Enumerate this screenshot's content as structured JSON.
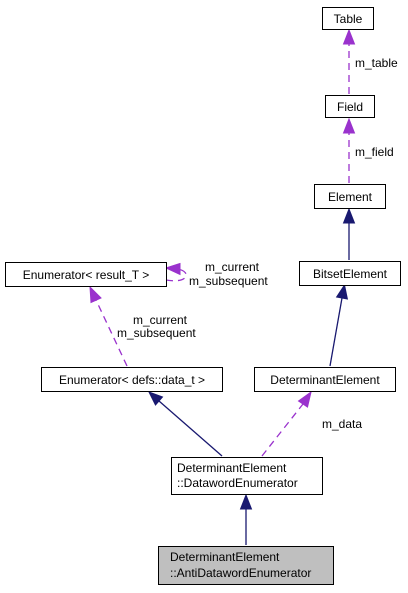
{
  "colors": {
    "inheritance_edge": "#191970",
    "usage_edge": "#9a32cd",
    "focus_fill": "#bfbfbf"
  },
  "nodes": {
    "table": {
      "label": "Table"
    },
    "field": {
      "label": "Field"
    },
    "element": {
      "label": "Element"
    },
    "bitset_element": {
      "label": "BitsetElement"
    },
    "enumerator_result": {
      "label": "Enumerator< result_T >"
    },
    "enumerator_data": {
      "label": "Enumerator< defs::data_t >"
    },
    "determinant_element": {
      "label": "DeterminantElement"
    },
    "dataword_enumerator": {
      "line1": "DeterminantElement",
      "line2": "::DatawordEnumerator"
    },
    "anti_dataword_enumerator": {
      "line1": "DeterminantElement",
      "line2": "::AntiDatawordEnumerator"
    }
  },
  "edge_labels": {
    "m_table": "m_table",
    "m_field": "m_field",
    "self_current": "m_current",
    "self_subsequent": "m_subsequent",
    "enum_current": "m_current",
    "enum_subsequent": "m_subsequent",
    "m_data": "m_data"
  }
}
